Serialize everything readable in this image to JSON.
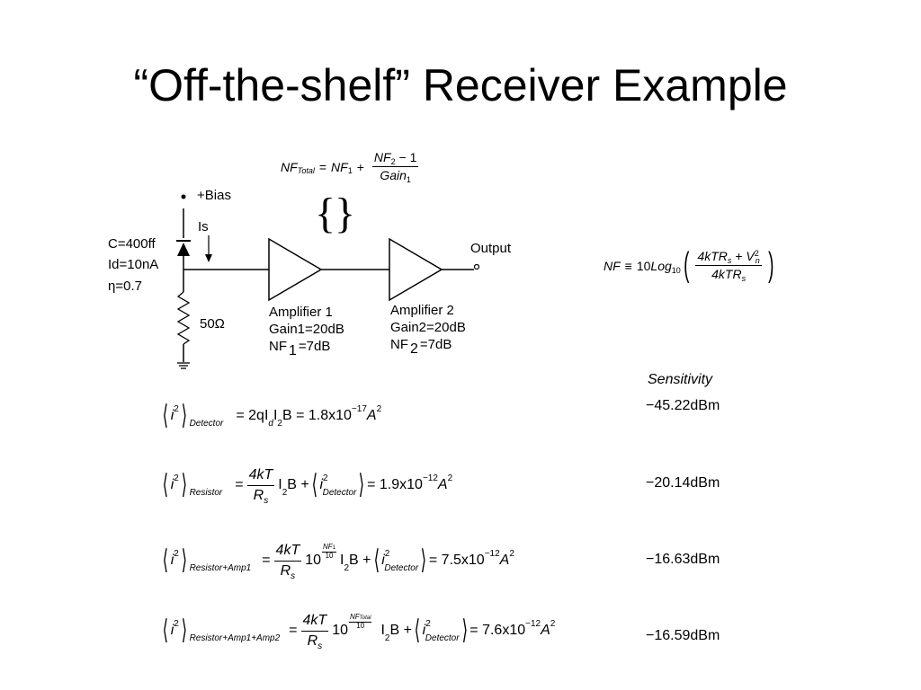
{
  "title": "“Off-the-shelf” Receiver Example",
  "circuit": {
    "bias": "+Bias",
    "is": "Is",
    "c": "C=400ff",
    "id": "Id=10nA",
    "eta": "η=0.7",
    "resistor": "50Ω",
    "output": "Output",
    "amp1": {
      "name": "Amplifier 1",
      "gain": "Gain1=20dB",
      "nf": "NF",
      "nf_sub": "1",
      "nf_val": "=7dB"
    },
    "amp2": {
      "name": "Amplifier 2",
      "gain": "Gain2=20dB",
      "nf": "NF",
      "nf_sub": "2",
      "nf_val": "=7dB"
    }
  },
  "formulas": {
    "nf_total": {
      "lhs": "NF",
      "lhs_sub": "Total",
      "eq": "=",
      "t1": "NF",
      "t1_sub": "1",
      "plus": "+",
      "num": "NF",
      "num_sub": "2",
      "num_rest": " − 1",
      "den": "Gain",
      "den_sub": "1"
    },
    "nf_def": {
      "lhs": "NF",
      "eq": "≡",
      "k": "10",
      "log": "Log",
      "log_sub": "10",
      "num": "4kTR",
      "num_sub": "s",
      "num_plus": " + V",
      "num_sup": "2",
      "num_sub2": "n",
      "den": "4kTR",
      "den_sub": "s"
    }
  },
  "sensitivity": {
    "header": "Sensitivity",
    "values": [
      "−45.22dBm",
      "−20.14dBm",
      "−16.63dBm",
      "−16.59dBm"
    ]
  },
  "equations": {
    "eq1": {
      "i": "i",
      "sup": "2",
      "sub": "Detector",
      "rest": "= 2qI",
      "rest_sub": "d",
      "rest2": "I",
      "rest2_sub": "2",
      "rest3": "B = 1.8x10",
      "exp": "−17",
      "unit": " A",
      "unit_sup": "2"
    },
    "eq2": {
      "sub": "Resistor",
      "num": "4kT",
      "den": "R",
      "den_sub": "s",
      "mid": "I",
      "mid_sub": "2",
      "mid2": "B +",
      "inner_sub": "Detector",
      "rest": "= 1.9x10",
      "exp": "−12"
    },
    "eq3": {
      "sub": "Resistor+Amp1",
      "nf_num": "NF",
      "nf_num_sub": "1",
      "nf_den": "10",
      "ten": "10",
      "rest": "= 7.5x10",
      "exp": "−12"
    },
    "eq4": {
      "sub": "Resistor+Amp1+Amp2",
      "nf_num": "NF",
      "nf_num_sub": "Total",
      "nf_den": "10",
      "ten": "10",
      "rest": "= 7.6x10",
      "exp": "−12"
    }
  }
}
